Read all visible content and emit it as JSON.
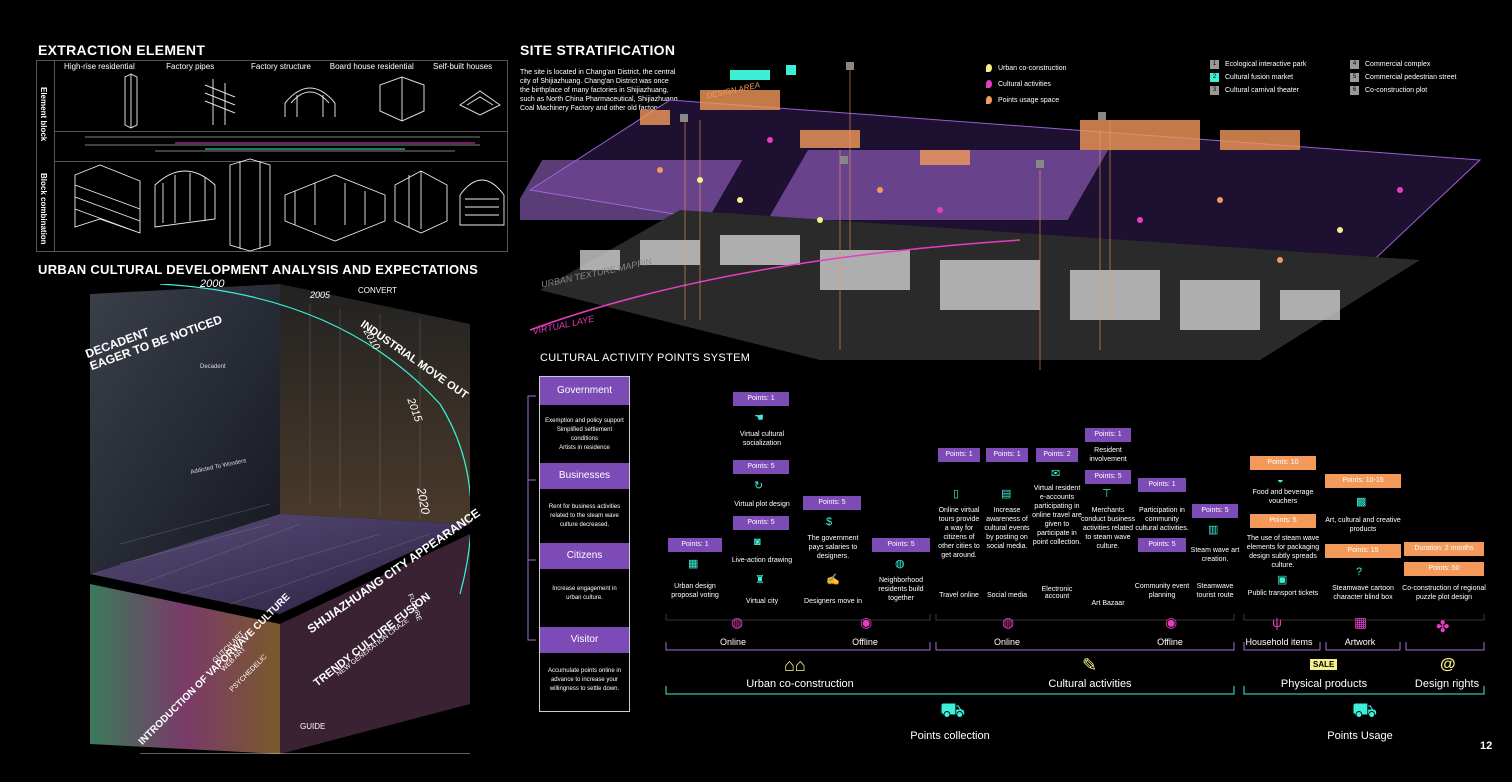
{
  "extraction": {
    "title": "EXTRACTION ELEMENT",
    "row_labels": [
      "Element block",
      "Block combination"
    ],
    "columns": [
      "High-rise residential",
      "Factory pipes",
      "Factory structure",
      "Board house residential",
      "Self-built houses"
    ]
  },
  "urban": {
    "title": "URBAN CULTURAL DEVELOPMENT ANALYSIS AND EXPECTATIONS",
    "years": [
      "2000",
      "2005",
      "2010",
      "2015",
      "2020"
    ],
    "convert": "CONVERT",
    "guide": "GUIDE",
    "future": "FUTURE",
    "decadent": "DECADENT\nEAGER TO BE NOTICED",
    "industrial": "INDUSTRIAL MOVE OUT",
    "city": "SHIJIAZHUANG CITY APPEARANCE",
    "trendy": "TRENDY CULTURE FUSION",
    "newgen": "NEW GENERATION CRAZE",
    "vapor": "INTRODUCTION OF VAPORWAVE CULTURE",
    "glitch": "GLITCH ART",
    "web": "WEB ART",
    "psych": "PSYCHEDELIC",
    "sign1": "Decadent",
    "sign2": "Addicted To Wonders"
  },
  "site": {
    "title": "SITE STRATIFICATION",
    "desc": "The site is located in Chang'an District, the central city of Shijiazhuang. Chang'an District was once the birthplace of many factories in Shijiazhuang, such as North China Pharmaceutical, Shijiazhuang Coal Machinery Factory and other old factory sites.",
    "design_area": "DESIGN AREA",
    "texture": "URBAN TEXTURE MAPPIN",
    "virtual": "VIRTUAL LAYE",
    "legend_points": [
      {
        "label": "Urban co-construction",
        "color": "#f5f08a"
      },
      {
        "label": "Cultural activities",
        "color": "#e83dc3"
      },
      {
        "label": "Points usage space",
        "color": "#f39a5a"
      }
    ],
    "legend_places": [
      {
        "n": "1",
        "label": "Ecological interactive park"
      },
      {
        "n": "2",
        "label": "Cultural fusion market"
      },
      {
        "n": "3",
        "label": "Cultural carnival theater"
      },
      {
        "n": "4",
        "label": "Commercial complex"
      },
      {
        "n": "5",
        "label": "Commercial pedestrian street"
      },
      {
        "n": "6",
        "label": "Co-construction plot"
      }
    ]
  },
  "cap": {
    "title": "CULTURAL ACTIVITY POINTS SYSTEM",
    "roles": [
      {
        "name": "Government",
        "desc": "Exemption and policy support\nSimplified settlement conditions\nArtists in residence"
      },
      {
        "name": "Businesses",
        "desc": "Rent for business activities related to the steam wave culture decreased."
      },
      {
        "name": "Citizens",
        "desc": "Increase engagement in urban culture."
      },
      {
        "name": "Visitor",
        "desc": "Accumulate points online in advance to increase your willingness to settle down."
      }
    ],
    "items": [
      {
        "pts": "Points: 1",
        "txt": "Urban design proposal voting"
      },
      {
        "pts": "Points: 1",
        "txt": "Virtual cultural socialization"
      },
      {
        "pts": "Points: 5",
        "txt": "Virtual plot design"
      },
      {
        "pts": "Points: 5",
        "txt": "Live-action drawing"
      },
      {
        "pts": "Points: 5",
        "txt": "The government pays salaries to designers."
      },
      {
        "pts": "Points: 5",
        "txt": "Neighborhood residents build together"
      },
      {
        "pts": "Points: 1",
        "txt": "Online virtual tours provide a way for citizens of other cities to get around."
      },
      {
        "pts": "Points: 1",
        "txt": "Increase awareness of cultural events by posting on social media."
      },
      {
        "pts": "Points: 2",
        "txt": "Virtual resident e-accounts participating in online travel are given to participate in point collection."
      },
      {
        "pts": "Points: 1",
        "txt": "Resident involvement"
      },
      {
        "pts": "Points: 5",
        "txt": "Merchants conduct business activities related to steam wave culture."
      },
      {
        "pts": "Points: 1",
        "txt": "Participation in community cultural activities."
      },
      {
        "pts": "Points: 5",
        "txt": ""
      },
      {
        "pts": "Points: 5",
        "txt": "Steam wave art creation."
      },
      {
        "pts": "Points: 10",
        "txt": "Food and beverage vouchers"
      },
      {
        "pts": "Points: 5",
        "txt": "The use of steam wave elements for packaging design subtly spreads culture."
      },
      {
        "pts": "Points: 10-15",
        "txt": "Art, cultural and creative products"
      },
      {
        "pts": "Points: 15",
        "txt": "Steamwave cartoon character blind box"
      },
      {
        "pts": "Duration: 2 months",
        "txt": ""
      },
      {
        "pts": "Points: 50",
        "txt": "Co-construction of regional puzzle plot design"
      }
    ],
    "subcats": [
      "Virtual city",
      "Designers move in",
      "Travel online",
      "Social media",
      "Electronic account",
      "Art Bazaar",
      "Community event planning",
      "Steamwave tourist route",
      "Public transport tickets"
    ],
    "mid": [
      "Online",
      "Offline",
      "Online",
      "Offline",
      "Household items",
      "Artwork"
    ],
    "cats": [
      "Urban co-construction",
      "Cultural activities",
      "Physical products",
      "Design rights"
    ],
    "sale": "SALE",
    "bottom": [
      "Points collection",
      "Points Usage"
    ]
  },
  "page_number": "12"
}
